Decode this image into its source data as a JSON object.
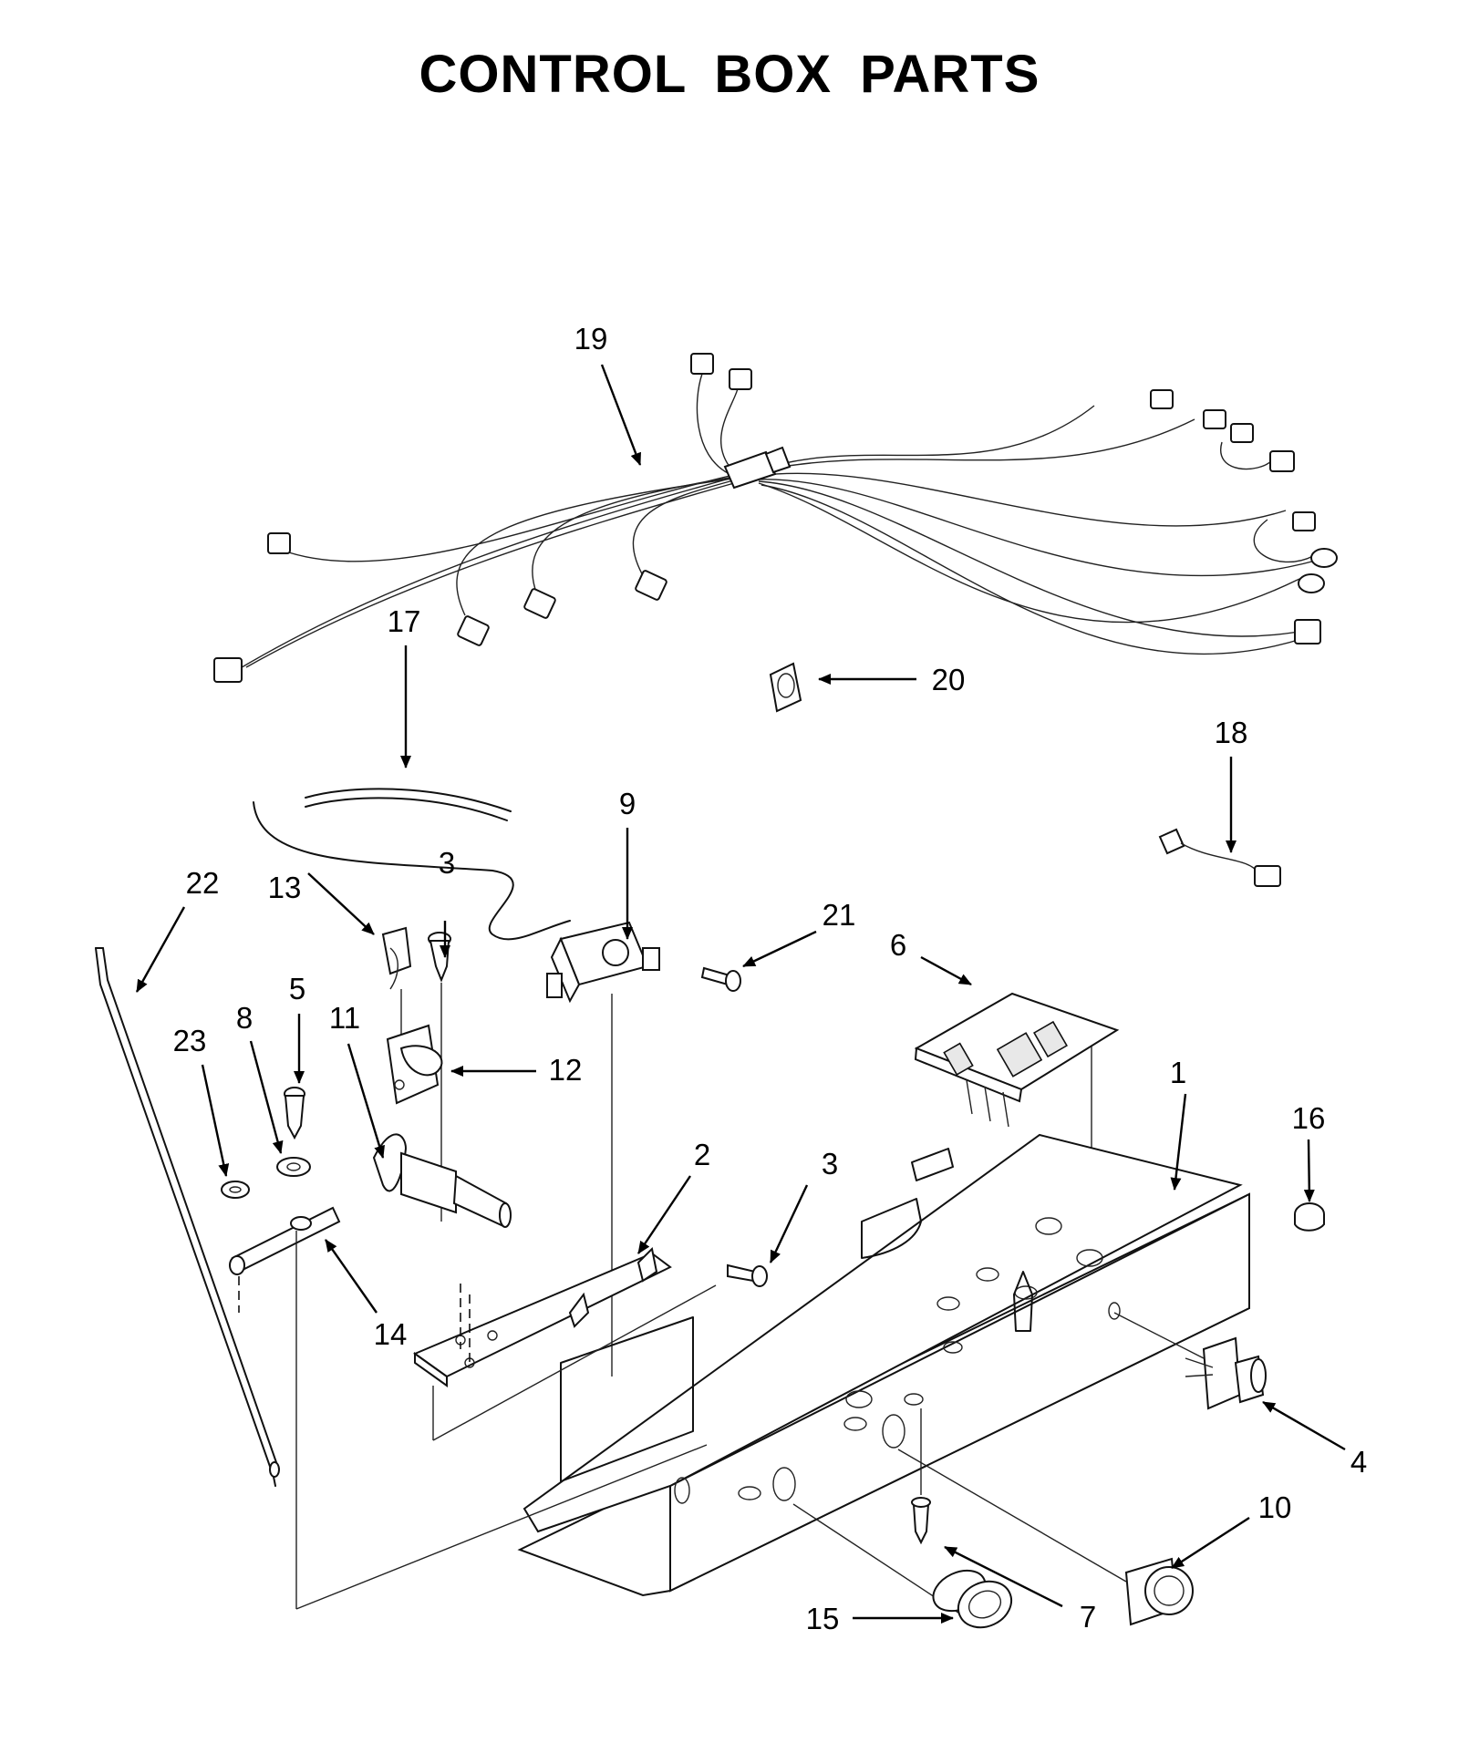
{
  "title": "CONTROL BOX PARTS",
  "callouts": {
    "c1": "1",
    "c2": "2",
    "c3a": "3",
    "c3b": "3",
    "c4": "4",
    "c5": "5",
    "c6": "6",
    "c7": "7",
    "c8": "8",
    "c9": "9",
    "c10": "10",
    "c11": "11",
    "c12": "12",
    "c13": "13",
    "c14": "14",
    "c15": "15",
    "c16": "16",
    "c17": "17",
    "c18": "18",
    "c19": "19",
    "c20": "20",
    "c21": "21",
    "c22": "22",
    "c23": "23"
  }
}
